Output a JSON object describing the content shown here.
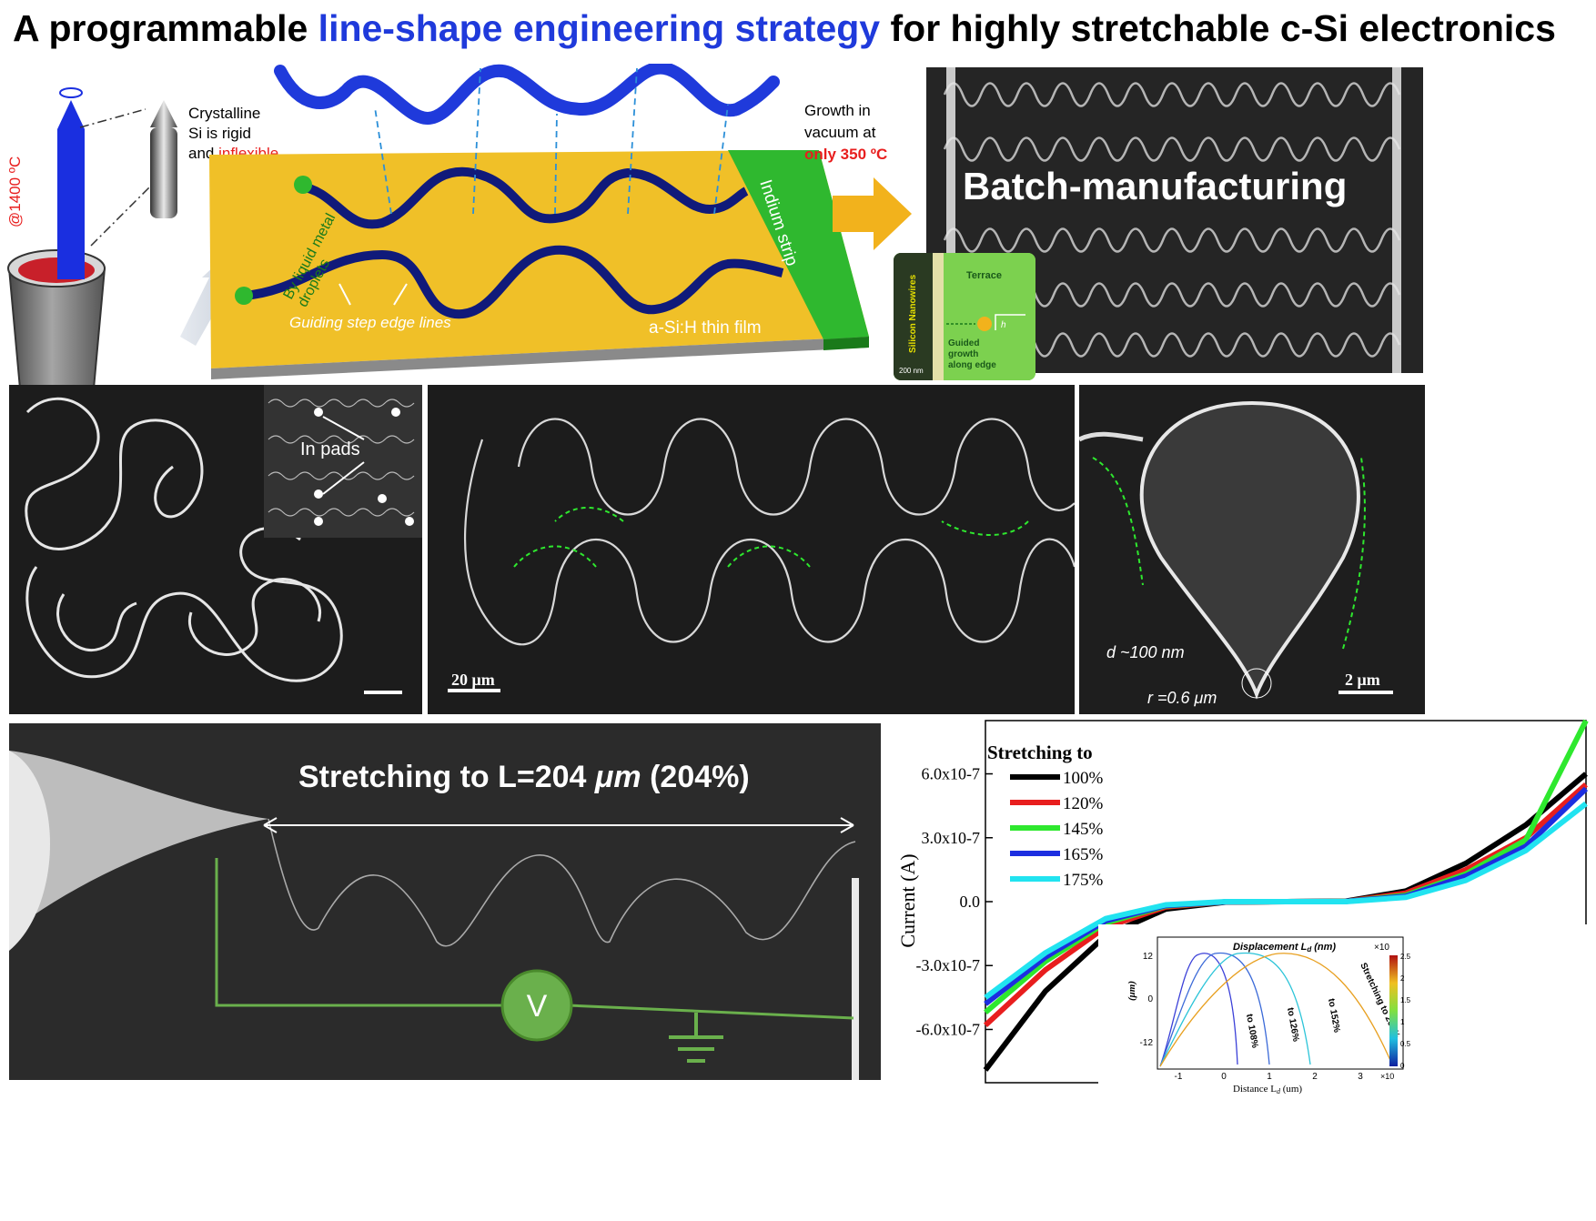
{
  "title": {
    "part1": "A programmable ",
    "highlight": "line-shape engineering strategy",
    "part2": " for highly stretchable c-Si electronics"
  },
  "schematic": {
    "temperature": "@1400 ºC",
    "crystalline_text": [
      "Crystalline",
      "Si is rigid",
      "and "
    ],
    "inflexible": "inflexible",
    "droplets_text": [
      "By liquid metal",
      "droplets"
    ],
    "guiding_text": "Guiding step edge lines",
    "film_text": "a-Si:H thin film",
    "indium_text": "Indium strip",
    "growth_text": [
      "Growth in",
      "vacuum at"
    ],
    "growth_temp": "only 350 ºC"
  },
  "batch": {
    "label": "Batch-manufacturing",
    "inset_label": "Silicon Nanowires",
    "inset_terrace": "Terrace",
    "inset_guided": [
      "Guided",
      "growth",
      "along edge"
    ],
    "inset_scale": "200 nm",
    "inset_h": "h"
  },
  "sem_row": {
    "inset_label": "In pads",
    "scale_middle": "20 μm",
    "scale_right": "2 μm",
    "d_label": "d ~100 nm",
    "r_label": "r =0.6 μm"
  },
  "stretch": {
    "label": "Stretching to L=204 ",
    "unit": "μm",
    "pct": " (204%)",
    "voltmeter": "V"
  },
  "chart_data": {
    "type": "line",
    "ylabel": "Current (A)",
    "legend_title": "Stretching to",
    "y_ticks": [
      "6.0x10-7",
      "3.0x10-7",
      "0.0",
      "-3.0x10-7",
      "-6.0x10-7"
    ],
    "y_tick_values": [
      6e-07,
      3e-07,
      0,
      -3e-07,
      -6e-07
    ],
    "ylim": [
      -8.5e-07,
      8.5e-07
    ],
    "xlim": [
      -1,
      1
    ],
    "series": [
      {
        "name": "100%",
        "color": "#000000",
        "x": [
          -1.0,
          -0.8,
          -0.6,
          -0.4,
          -0.2,
          0,
          0.2,
          0.4,
          0.6,
          0.8,
          1.0
        ],
        "y": [
          -7.9e-07,
          -4.2e-07,
          -1.6e-07,
          -3.5e-08,
          -2e-09,
          0,
          2e-09,
          5e-08,
          1.8e-07,
          3.6e-07,
          6e-07
        ]
      },
      {
        "name": "120%",
        "color": "#e81e1e",
        "x": [
          -1.0,
          -0.8,
          -0.6,
          -0.4,
          -0.2,
          0,
          0.2,
          0.4,
          0.6,
          0.8,
          1.0
        ],
        "y": [
          -5.8e-07,
          -3.2e-07,
          -1.2e-07,
          -2.5e-08,
          -1e-09,
          0,
          1e-09,
          4e-08,
          1.5e-07,
          3e-07,
          5.5e-07
        ]
      },
      {
        "name": "145%",
        "color": "#2ee82e",
        "x": [
          -1.0,
          -0.8,
          -0.6,
          -0.4,
          -0.2,
          0,
          0.2,
          0.4,
          0.6,
          0.8,
          1.0
        ],
        "y": [
          -5.2e-07,
          -2.8e-07,
          -1e-07,
          -2e-08,
          -1e-09,
          0,
          1e-09,
          3e-08,
          1.3e-07,
          2.9e-07,
          8.5e-07
        ]
      },
      {
        "name": "165%",
        "color": "#1c2ee0",
        "x": [
          -1.0,
          -0.8,
          -0.6,
          -0.4,
          -0.2,
          0,
          0.2,
          0.4,
          0.6,
          0.8,
          1.0
        ],
        "y": [
          -4.8e-07,
          -2.6e-07,
          -9e-08,
          -1.8e-08,
          -1e-09,
          0,
          1e-09,
          2.5e-08,
          1.2e-07,
          2.6e-07,
          5.3e-07
        ]
      },
      {
        "name": "175%",
        "color": "#21e3f0",
        "x": [
          -1.0,
          -0.8,
          -0.6,
          -0.4,
          -0.2,
          0,
          0.2,
          0.4,
          0.6,
          0.8,
          1.0
        ],
        "y": [
          -4.5e-07,
          -2.4e-07,
          -8e-08,
          -1.5e-08,
          0,
          0,
          0,
          2e-08,
          1e-07,
          2.4e-07,
          4.6e-07
        ]
      }
    ],
    "inset": {
      "title": "Displacement L",
      "title_sub": "d",
      "title_unit": " (nm)",
      "xlabel": "Distance L",
      "xlabel_sub": "d",
      "xlabel_unit": " (um)",
      "ylabel": "(μm)",
      "y_ticks": [
        "12",
        "0",
        "-12"
      ],
      "x_ticks": [
        "-1",
        "0",
        "1",
        "2",
        "3"
      ],
      "x_exp": "×10",
      "colorbar_exp": "×10",
      "colorbar_ticks": [
        "2.5",
        "2",
        "1.5",
        "1",
        "0.5",
        "0"
      ],
      "labels": [
        "to 108%",
        "to 126%",
        "to 152%",
        "Stretching to 204%"
      ]
    }
  }
}
